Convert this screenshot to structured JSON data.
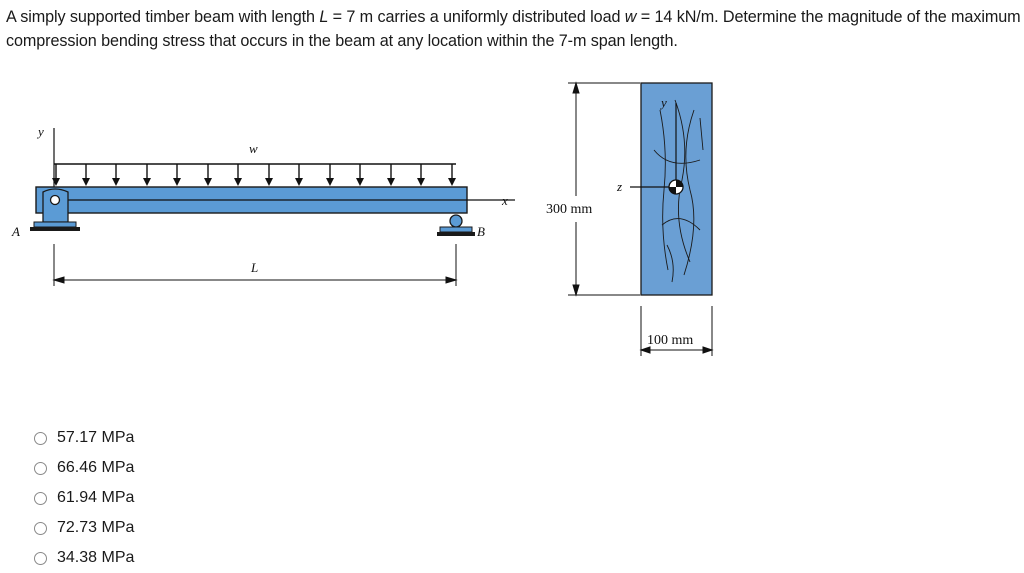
{
  "question": {
    "part1": "A simply supported timber beam with length ",
    "var_L": "L",
    "part2": " = 7 m carries a uniformly distributed load ",
    "var_w": "w",
    "part3": " = 14 kN/m. Determine the magnitude of the maximum compression bending stress that occurs in the beam at any location within the 7-m span length."
  },
  "diagram": {
    "label_y_beam": "y",
    "label_w": "w",
    "label_A": "A",
    "label_B": "B",
    "label_x": "x",
    "label_L": "L",
    "label_height": "300 mm",
    "label_z": "z",
    "label_y_section": "y",
    "label_width": "100 mm",
    "colors": {
      "beam": "#5b9bd5",
      "section": "#6a9fd4",
      "outline": "#1a1a1a"
    }
  },
  "options": [
    {
      "label": "57.17 MPa"
    },
    {
      "label": "66.46 MPa"
    },
    {
      "label": "61.94 MPa"
    },
    {
      "label": "72.73 MPa"
    },
    {
      "label": "34.38 MPa"
    }
  ]
}
